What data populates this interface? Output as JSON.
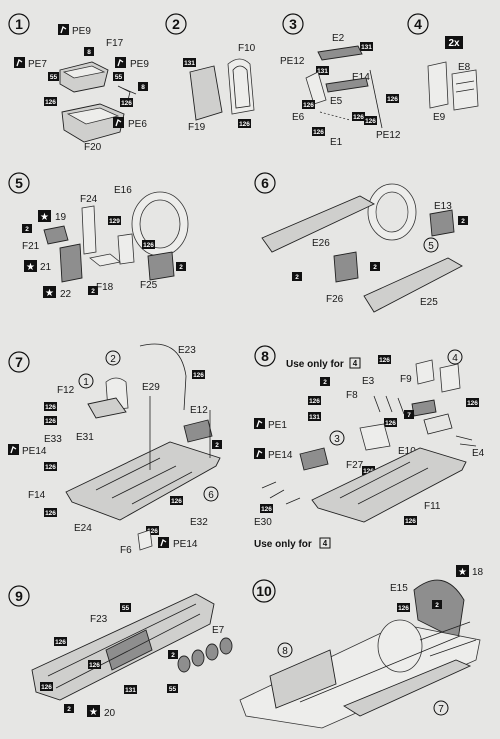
{
  "steps": [
    {
      "n": "1"
    },
    {
      "n": "2"
    },
    {
      "n": "3"
    },
    {
      "n": "4"
    },
    {
      "n": "5"
    },
    {
      "n": "6"
    },
    {
      "n": "7"
    },
    {
      "n": "8"
    },
    {
      "n": "9"
    },
    {
      "n": "10"
    }
  ],
  "step1": {
    "PE9a": "PE9",
    "PE7": "PE7",
    "F17": "F17",
    "PE9b": "PE9",
    "PE6": "PE6",
    "F20": "F20",
    "b8a": "8",
    "b55a": "55",
    "b55b": "55",
    "b8b": "8",
    "b126a": "126",
    "b126b": "126"
  },
  "step2": {
    "F10": "F10",
    "F19": "F19",
    "b131": "131",
    "b126": "126"
  },
  "step3": {
    "E2": "E2",
    "PE12a": "PE12",
    "E14": "E14",
    "E5": "E5",
    "E6": "E6",
    "E1": "E1",
    "PE12b": "PE12",
    "b131a": "131",
    "b131b": "131",
    "b126a": "126",
    "b126b": "126",
    "b126c": "126",
    "b126d": "126",
    "b126e": "126"
  },
  "step4": {
    "qty": "2x",
    "E8": "E8",
    "E9": "E9"
  },
  "step5": {
    "E16": "E16",
    "F24": "F24",
    "s19": "19",
    "F21": "F21",
    "s21": "21",
    "s22": "22",
    "F18": "F18",
    "F25": "F25",
    "b2a": "2",
    "b2b": "2",
    "b2c": "2",
    "b129": "129",
    "b126": "126"
  },
  "step6": {
    "E13": "E13",
    "E26": "E26",
    "F26": "F26",
    "E25": "E25",
    "ref5": "5",
    "b2a": "2",
    "b2b": "2",
    "b2c": "2"
  },
  "step7": {
    "E23": "E23",
    "F12": "F12",
    "E29": "E29",
    "E12": "E12",
    "E31": "E31",
    "E33": "E33",
    "PE14a": "PE14",
    "F14": "F14",
    "E24": "E24",
    "E32": "E32",
    "F6": "F6",
    "PE14b": "PE14",
    "ref1": "1",
    "ref2": "2",
    "ref6": "6",
    "b126a": "126",
    "b126b": "126",
    "b126c": "126",
    "b126d": "126",
    "b126e": "126",
    "b126f": "126",
    "b126g": "126",
    "b2": "2"
  },
  "step8": {
    "note1": "Use only for",
    "note1ref": "4",
    "E3": "E3",
    "F8": "F8",
    "F9": "F9",
    "PE1": "PE1",
    "PE14": "PE14",
    "F27": "F27",
    "E10": "E10",
    "E4": "E4",
    "F11": "F11",
    "E30": "E30",
    "note2": "Use only for",
    "note2ref": "4",
    "ref3": "3",
    "ref4": "4",
    "b126a": "126",
    "b126b": "126",
    "b126c": "126",
    "b126d": "126",
    "b126e": "126",
    "b126f": "126",
    "b126g": "126",
    "b131": "131",
    "b2": "2",
    "b7": "7"
  },
  "step9": {
    "F23": "F23",
    "E7": "E7",
    "s20": "20",
    "b55a": "55",
    "b55b": "55",
    "b126a": "126",
    "b126b": "126",
    "b126c": "126",
    "b131": "131",
    "b2a": "2",
    "b2b": "2"
  },
  "step10": {
    "E15": "E15",
    "s18": "18",
    "ref8": "8",
    "ref7": "7",
    "b126": "126",
    "b2": "2"
  },
  "colors": {
    "paper": "#e6e6e4",
    "ink": "#111111",
    "badge": "#111111",
    "part_grey": "#cfcfcd"
  }
}
